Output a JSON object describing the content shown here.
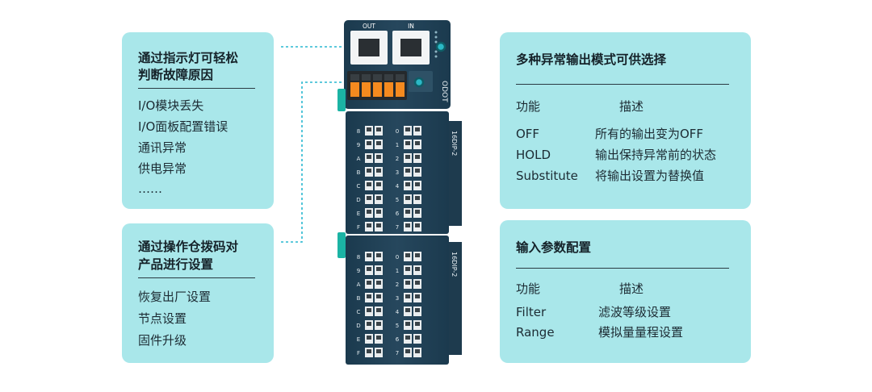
{
  "left_top": {
    "title_line1": "通过指示灯可轻松",
    "title_line2": "判断故障原因",
    "items": [
      "I/O模块丢失",
      "I/O面板配置错误",
      "通讯异常",
      "供电异常",
      "……"
    ]
  },
  "left_bottom": {
    "title_line1": "通过操作仓拨码对",
    "title_line2": "产品进行设置",
    "items": [
      "恢复出厂设置",
      "节点设置",
      "固件升级"
    ]
  },
  "right_top": {
    "title": "多种异常输出模式可供选择",
    "col_function": "功能",
    "col_description": "描述",
    "rows": [
      {
        "function": "OFF",
        "description": "所有的输出变为OFF"
      },
      {
        "function": "HOLD",
        "description": "输出保持异常前的状态"
      },
      {
        "function": "Substitute",
        "description": "将输出设置为替换值"
      }
    ]
  },
  "right_bottom": {
    "title": "输入参数配置",
    "col_function": "功能",
    "col_description": "描述",
    "rows": [
      {
        "function": "Filter",
        "description": "滤波等级设置"
      },
      {
        "function": "Range",
        "description": "模拟量量程设置"
      }
    ]
  },
  "device": {
    "port_out": "OUT",
    "port_in": "IN",
    "brand": "ODOT",
    "module_label_1": "16DIP-2",
    "module_label_2": "16DIP-2",
    "channels_left": [
      "0",
      "1",
      "2",
      "3",
      "4",
      "5",
      "6",
      "7"
    ],
    "channels_right": [
      "8",
      "9",
      "A",
      "B",
      "C",
      "D",
      "E",
      "F"
    ],
    "body_color": "#23445a",
    "accent_color": "#1bb3a4",
    "terminal_color": "#f58a1f"
  }
}
